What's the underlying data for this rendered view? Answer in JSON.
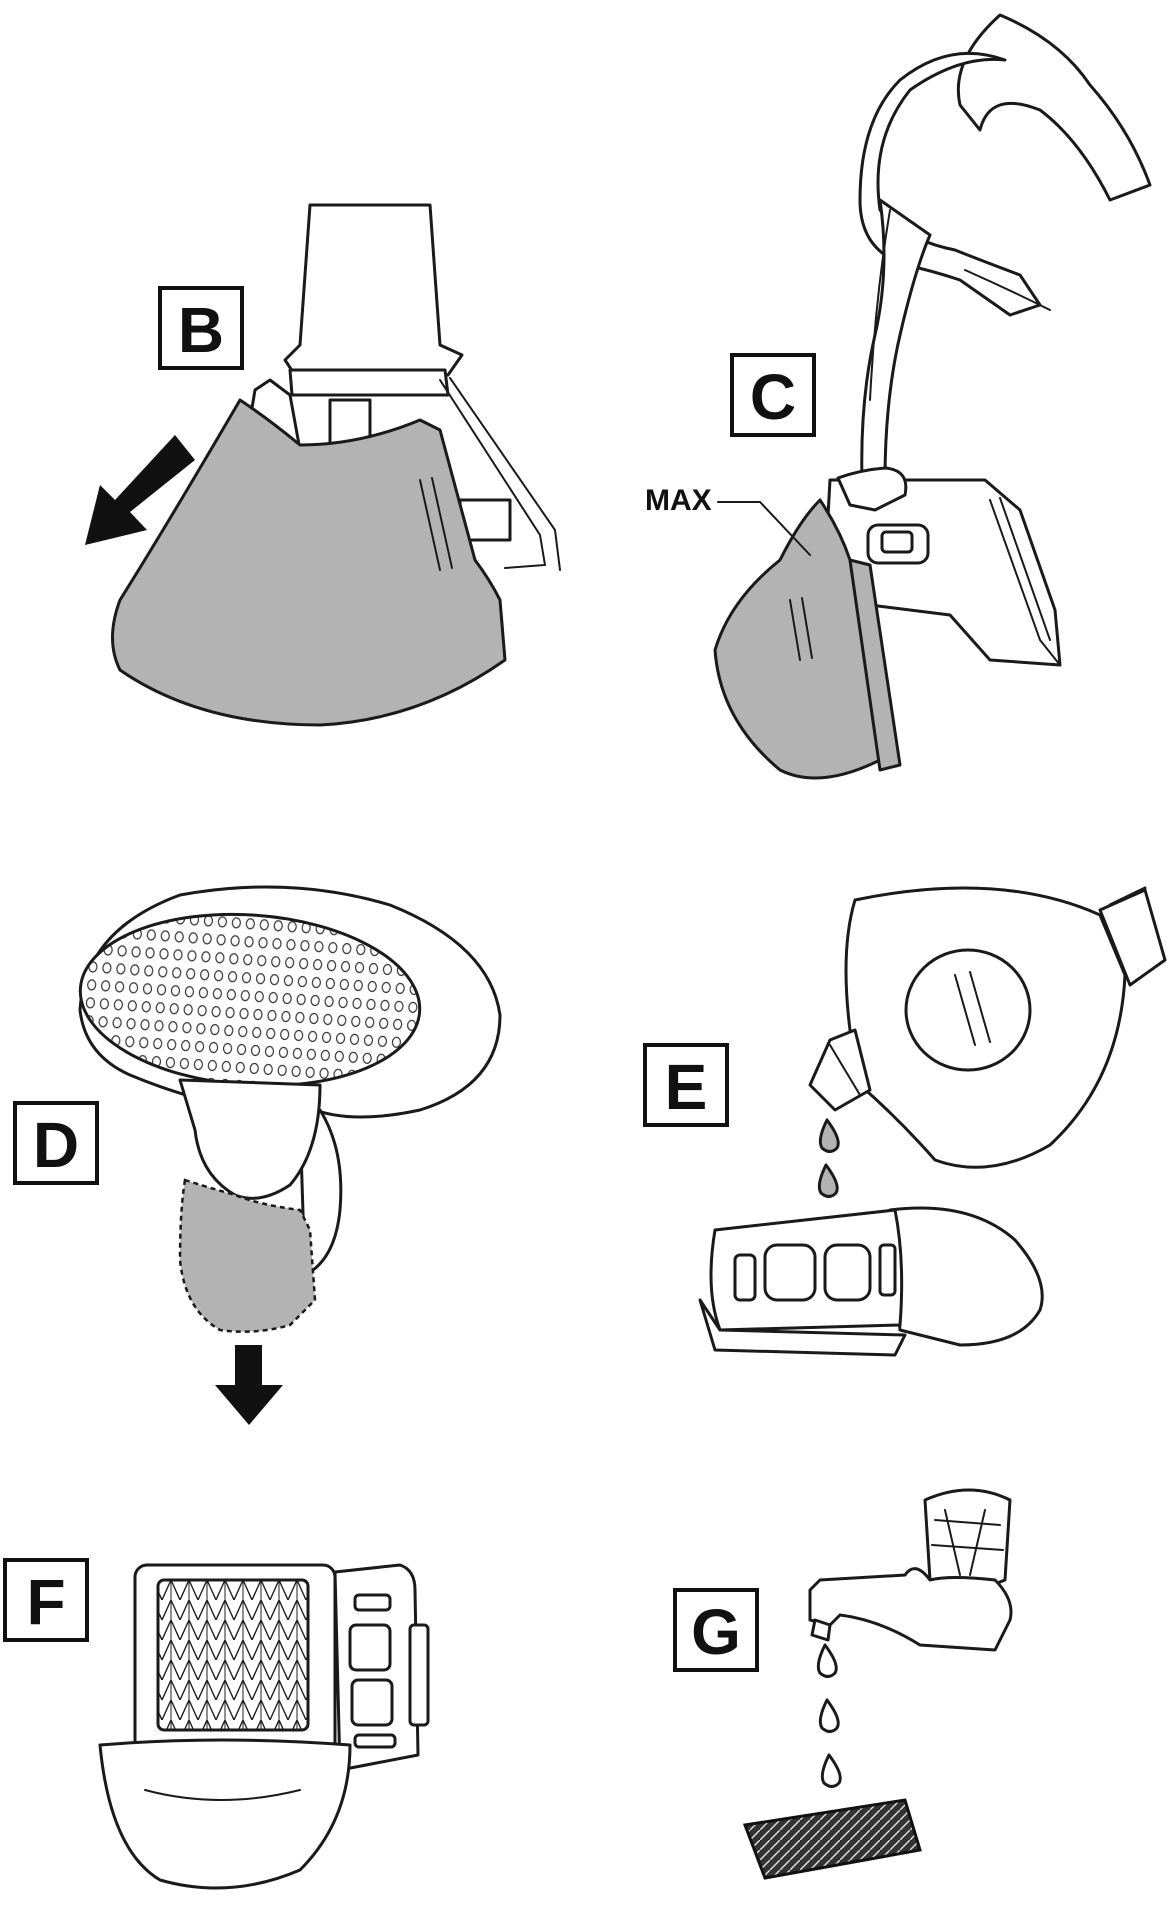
{
  "labels": {
    "b": "B",
    "c": "C",
    "d": "D",
    "e": "E",
    "f": "F",
    "g": "G"
  },
  "annotations": {
    "max": "MAX"
  },
  "colors": {
    "line": "#1a1a1a",
    "fill_gray": "#b3b3b3",
    "background": "#ffffff"
  }
}
